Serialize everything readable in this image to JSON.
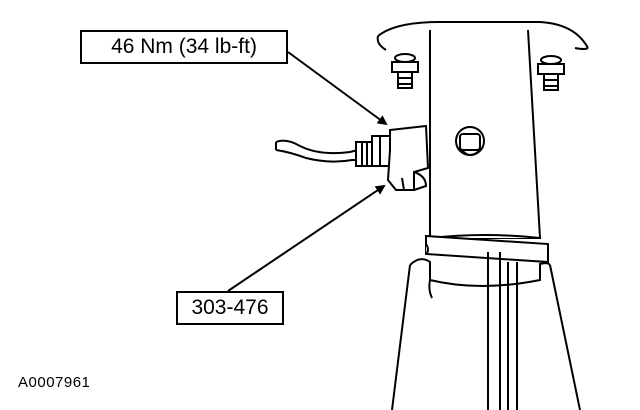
{
  "callouts": {
    "torque": "46 Nm (34 lb-ft)",
    "tool": "303-476"
  },
  "figure_id": "A0007961",
  "colors": {
    "line": "#000000",
    "background": "#ffffff"
  }
}
